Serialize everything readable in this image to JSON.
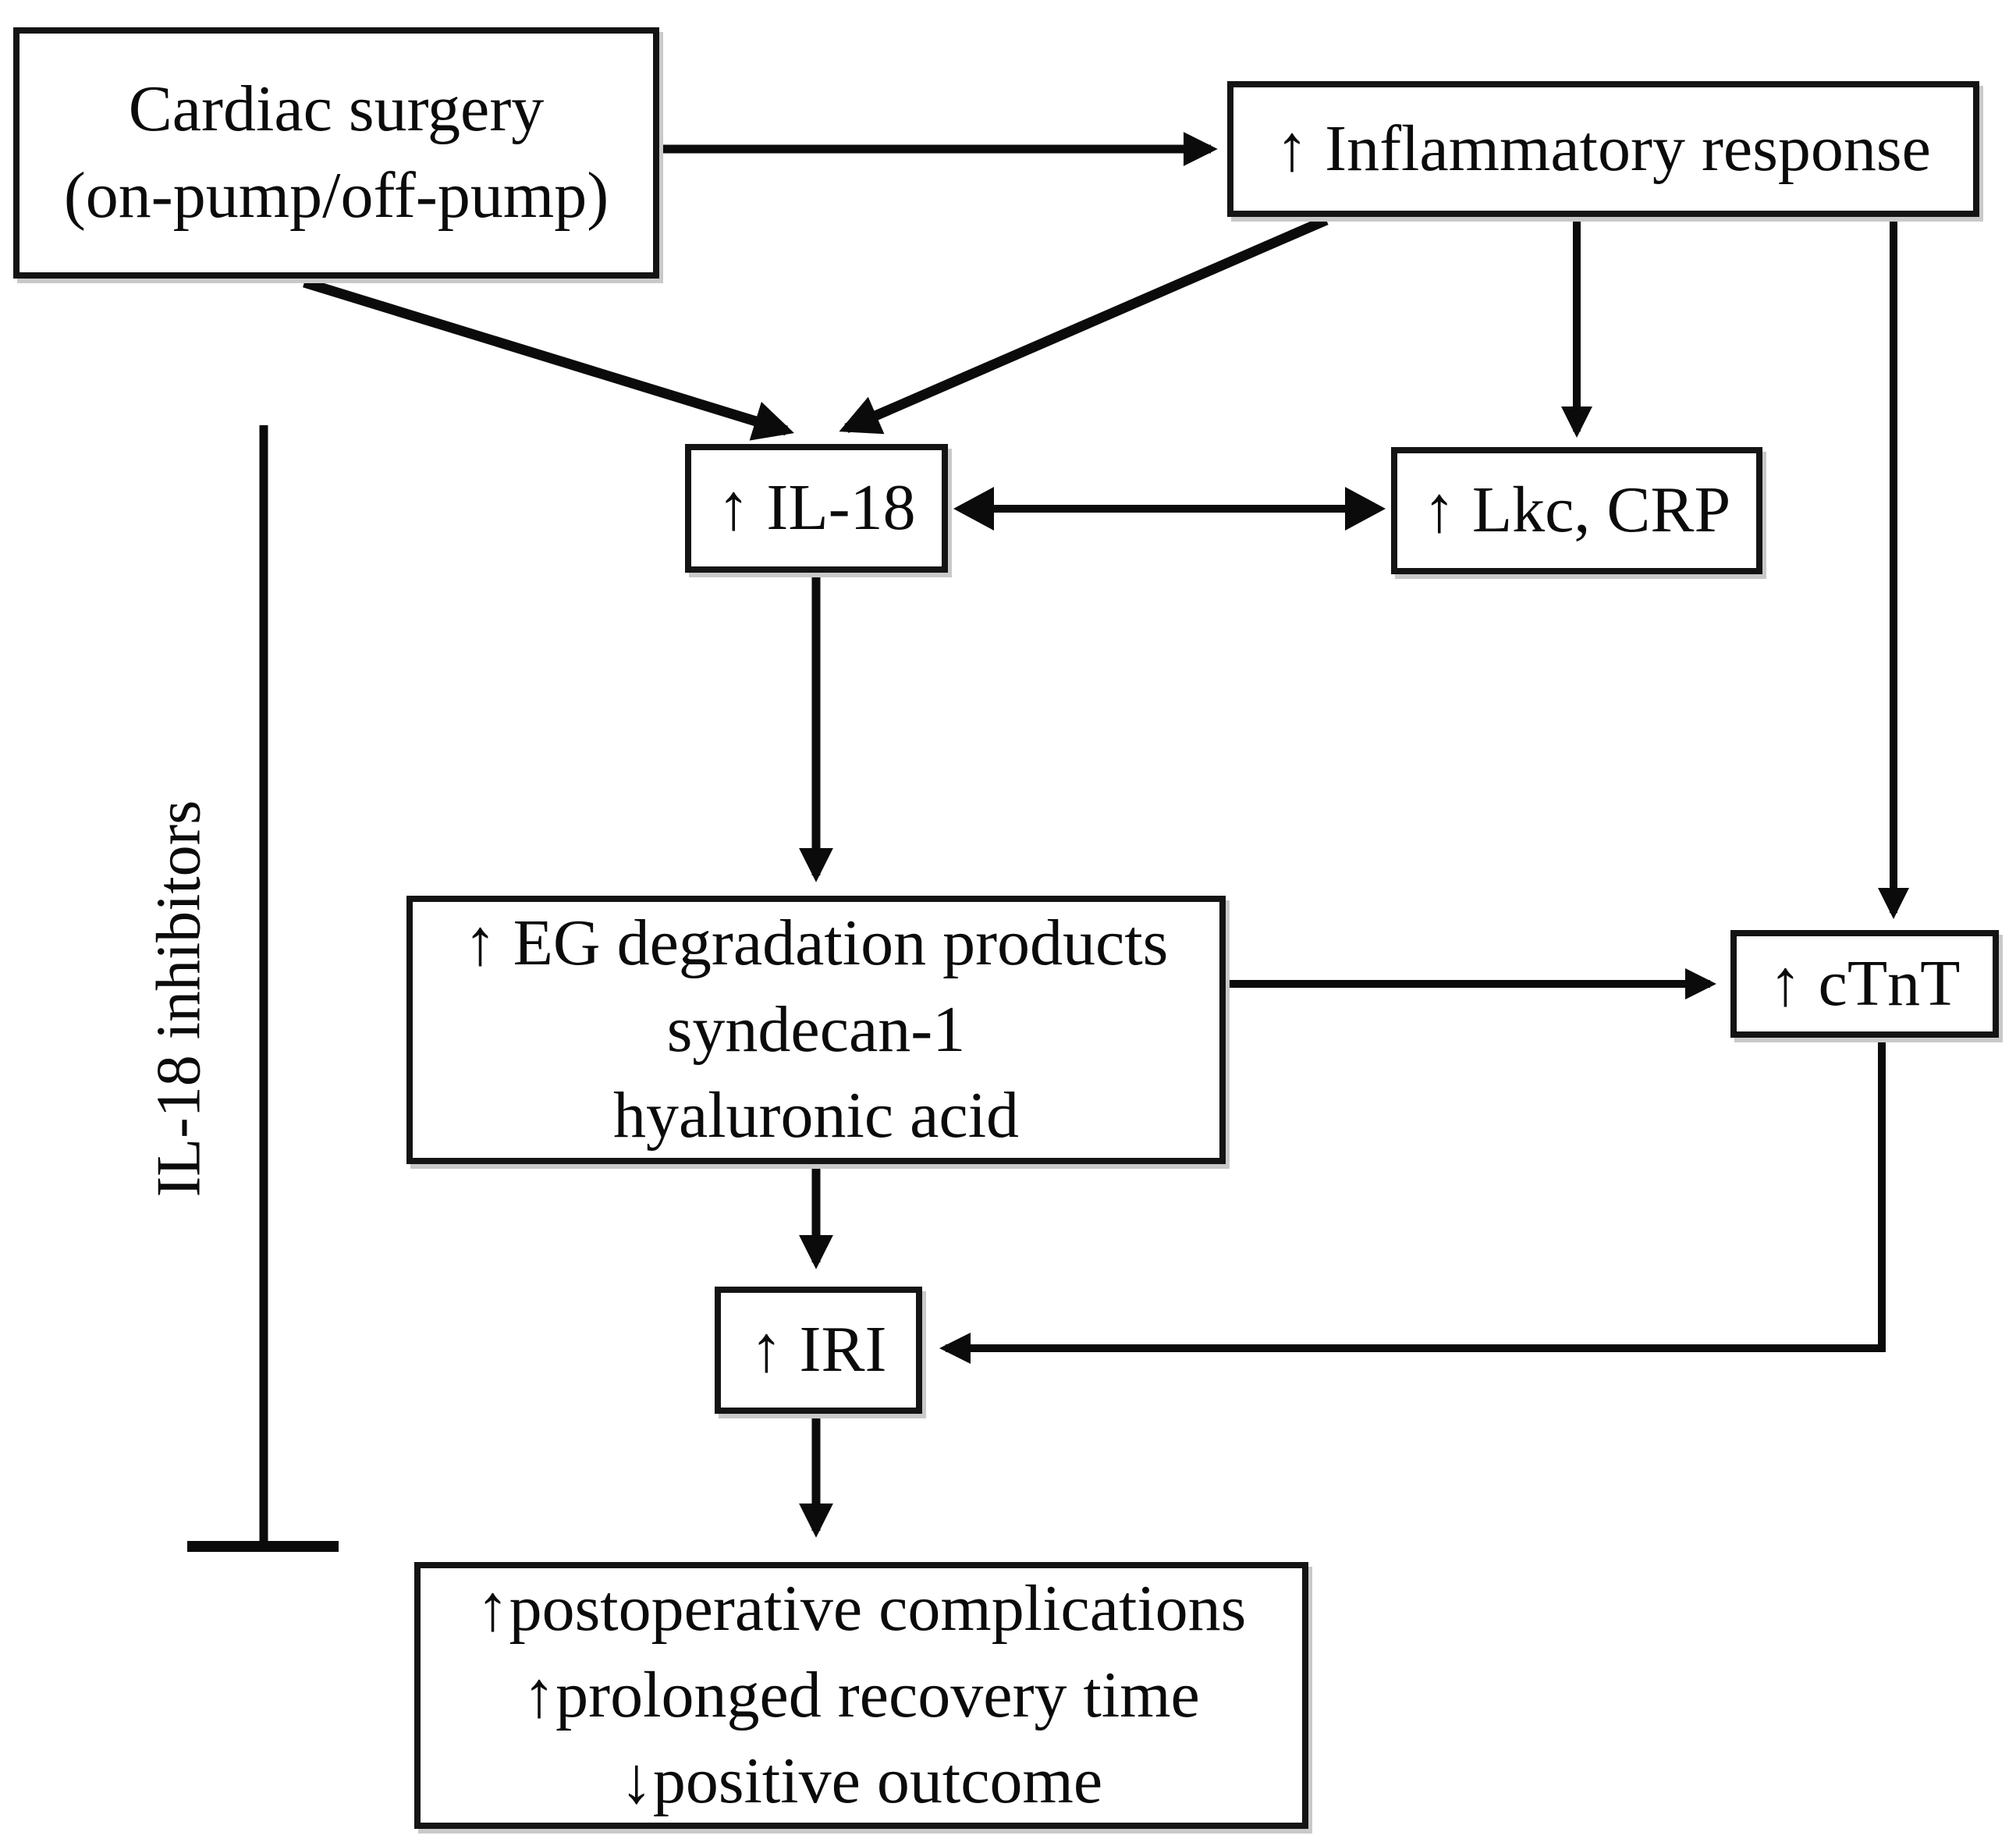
{
  "figure": {
    "type": "pathway-flow-diagram",
    "background": "#ffffff",
    "ink_color": "#0b0b0b"
  },
  "nodes": {
    "cardiac_surgery": {
      "lines": [
        "Cardiac surgery",
        "(on-pump/off-pump)"
      ]
    },
    "inflammatory_response": {
      "label": "↑ Inflammatory response"
    },
    "il18": {
      "label": "↑ IL-18"
    },
    "lkc_crp": {
      "label": "↑ Lkc, CRP"
    },
    "eg_degradation": {
      "lines": [
        "↑ EG degradation products",
        "syndecan-1",
        "hyaluronic acid"
      ]
    },
    "ctnt": {
      "label": "↑ cTnT"
    },
    "iri": {
      "label": "↑ IRI"
    },
    "outcomes": {
      "lines": [
        "↑postoperative complications",
        "↑prolonged recovery time",
        "↓positive outcome"
      ]
    },
    "inhibitor_label": {
      "text": "IL-18 inhibitors"
    }
  },
  "edges": [
    {
      "from": "cardiac-surgery",
      "to": "inflammatory-response",
      "type": "arrow"
    },
    {
      "from": "cardiac-surgery",
      "to": "il-18",
      "type": "arrow"
    },
    {
      "from": "inflammatory-response",
      "to": "il-18",
      "type": "arrow"
    },
    {
      "from": "il-18",
      "to": "lkc-crp",
      "type": "double-arrow"
    },
    {
      "from": "inflammatory-response",
      "to": "lkc-crp",
      "type": "arrow"
    },
    {
      "from": "inflammatory-response",
      "to": "ctnt",
      "type": "arrow"
    },
    {
      "from": "il-18",
      "to": "eg-degradation-products",
      "type": "arrow"
    },
    {
      "from": "eg-degradation-products",
      "to": "ctnt",
      "type": "arrow"
    },
    {
      "from": "ctnt",
      "to": "iri",
      "type": "arrow"
    },
    {
      "from": "eg-degradation-products",
      "to": "iri",
      "type": "arrow"
    },
    {
      "from": "iri",
      "to": "outcomes",
      "type": "arrow"
    },
    {
      "from": "il-18-inhibitors",
      "to": "il-18-pathway",
      "type": "inhibition"
    }
  ]
}
